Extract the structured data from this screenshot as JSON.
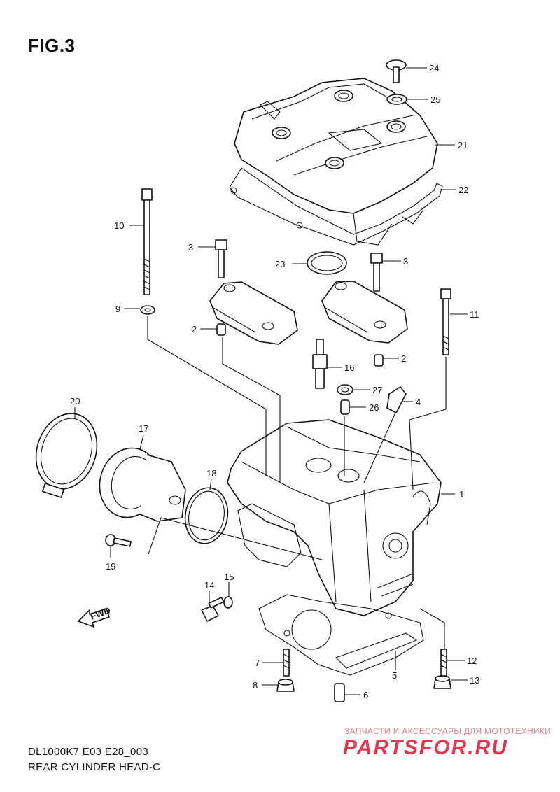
{
  "figure": {
    "title": "FIG.3"
  },
  "captions": {
    "model_code": "DL1000K7 E03 E28_003",
    "name": "REAR CYLINDER HEAD-C"
  },
  "watermark": {
    "tagline": "ЗАПЧАСТИ И АКСЕССУАРЫ ДЛЯ МОТОТЕХНИКИ",
    "logo": "PARTSFOR.RU"
  },
  "fwd_arrow": {
    "label": "FWD"
  },
  "callouts": {
    "c1": "1",
    "c2a": "2",
    "c2b": "2",
    "c3a": "3",
    "c3b": "3",
    "c4": "4",
    "c5": "5",
    "c6": "6",
    "c7": "7",
    "c8": "8",
    "c9": "9",
    "c10": "10",
    "c11": "11",
    "c12": "12",
    "c13": "13",
    "c14": "14",
    "c15": "15",
    "c16": "16",
    "c17": "17",
    "c18": "18",
    "c19": "19",
    "c20": "20",
    "c21": "21",
    "c22": "22",
    "c23": "23",
    "c24": "24",
    "c25": "25",
    "c26": "26",
    "c27": "27"
  }
}
